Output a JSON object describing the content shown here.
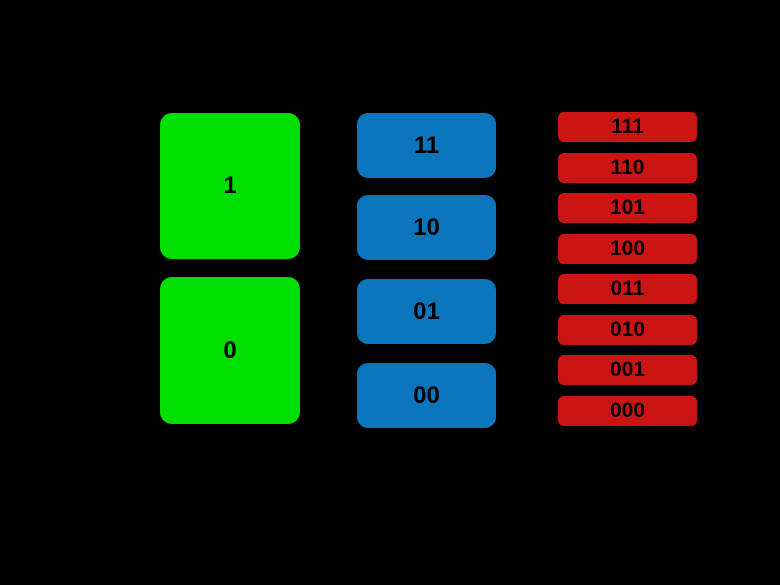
{
  "page": {
    "background_color": "#000000",
    "text_color": "#000000"
  },
  "diagram": {
    "bit1": {
      "color": "#00DD00",
      "values": [
        "1",
        "0"
      ]
    },
    "bit2": {
      "color": "#0C76BD",
      "values": [
        "11",
        "10",
        "01",
        "00"
      ]
    },
    "bit3": {
      "color": "#CB1515",
      "values": [
        "111",
        "110",
        "101",
        "100",
        "011",
        "010",
        "001",
        "000"
      ]
    }
  }
}
